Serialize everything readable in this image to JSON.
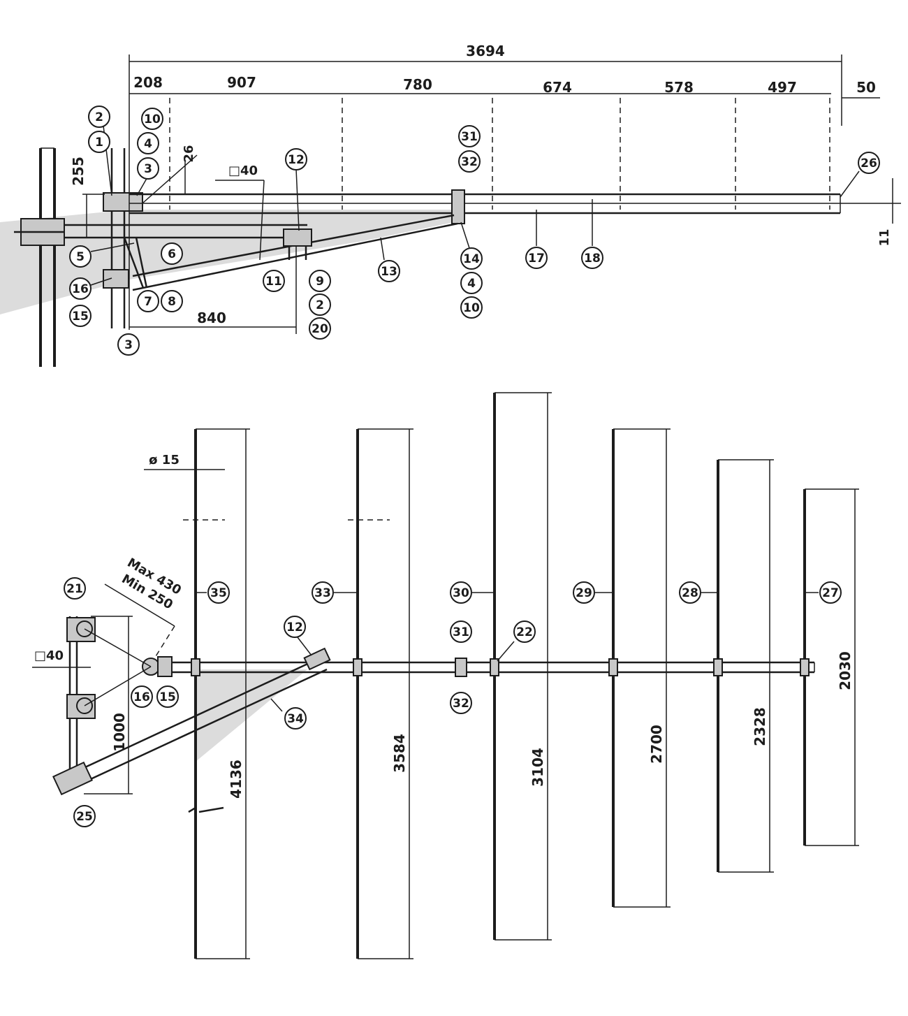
{
  "side_view": {
    "overall_length": "3694",
    "spacings": [
      "208",
      "907",
      "780",
      "674",
      "578",
      "497",
      "50"
    ],
    "boom_offset": "255",
    "bracket_gap": "26",
    "boom_section": "□40",
    "strut_length": "840",
    "tip_height": "11"
  },
  "top_view": {
    "element_diameter": "ø 15",
    "element_lengths": [
      "4136",
      "3584",
      "3104",
      "2700",
      "2328",
      "2030"
    ],
    "clamp_height": "1000",
    "mast_section": "□40",
    "reach_max": "Max 430",
    "reach_min": "Min 250"
  },
  "callouts": {
    "c2a": "2",
    "c1": "1",
    "c10a": "10",
    "c4a": "4",
    "c3a": "3",
    "c12a": "12",
    "c31a": "31",
    "c32a": "32",
    "c26": "26",
    "c5": "5",
    "c6": "6",
    "c16a": "16",
    "c15a": "15",
    "c7": "7",
    "c8": "8",
    "c11": "11",
    "c9": "9",
    "c2b": "2",
    "c20": "20",
    "c13": "13",
    "c14": "14",
    "c4b": "4",
    "c10b": "10",
    "c17": "17",
    "c18": "18",
    "c3b": "3",
    "c35": "35",
    "c33": "33",
    "c30": "30",
    "c29": "29",
    "c28": "28",
    "c27": "27",
    "c21": "21",
    "c12b": "12",
    "c31b": "31",
    "c22": "22",
    "c16b": "16",
    "c15b": "15",
    "c32b": "32",
    "c34": "34",
    "c25": "25"
  }
}
